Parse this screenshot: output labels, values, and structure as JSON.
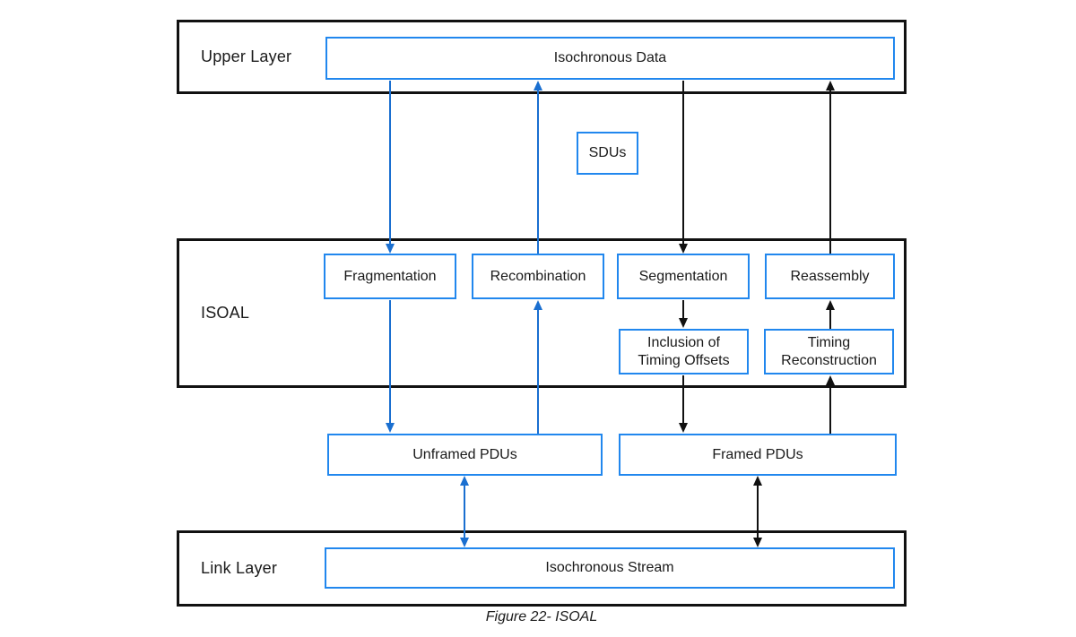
{
  "figure": {
    "caption": "Figure 22- ISOAL",
    "colors": {
      "layer_border_black": "#111111",
      "node_border_blue": "#2187ee",
      "arrow_blue": "#1a6fd0",
      "arrow_black": "#111111"
    },
    "layers": {
      "upper": {
        "label": "Upper Layer"
      },
      "isoal": {
        "label": "ISOAL"
      },
      "link": {
        "label": "Link Layer"
      }
    },
    "nodes": {
      "isochronous_data": {
        "label": "Isochronous Data"
      },
      "sdus": {
        "label": "SDUs"
      },
      "fragmentation": {
        "label": "Fragmentation"
      },
      "recombination": {
        "label": "Recombination"
      },
      "segmentation": {
        "label": "Segmentation"
      },
      "reassembly": {
        "label": "Reassembly"
      },
      "inclusion_of_timing_offsets": {
        "label": "Inclusion of Timing Offsets"
      },
      "timing_reconstruction": {
        "label": "Timing Reconstruction"
      },
      "unframed_pdus": {
        "label": "Unframed PDUs"
      },
      "framed_pdus": {
        "label": "Framed PDUs"
      },
      "isochronous_stream": {
        "label": "Isochronous Stream"
      }
    }
  }
}
